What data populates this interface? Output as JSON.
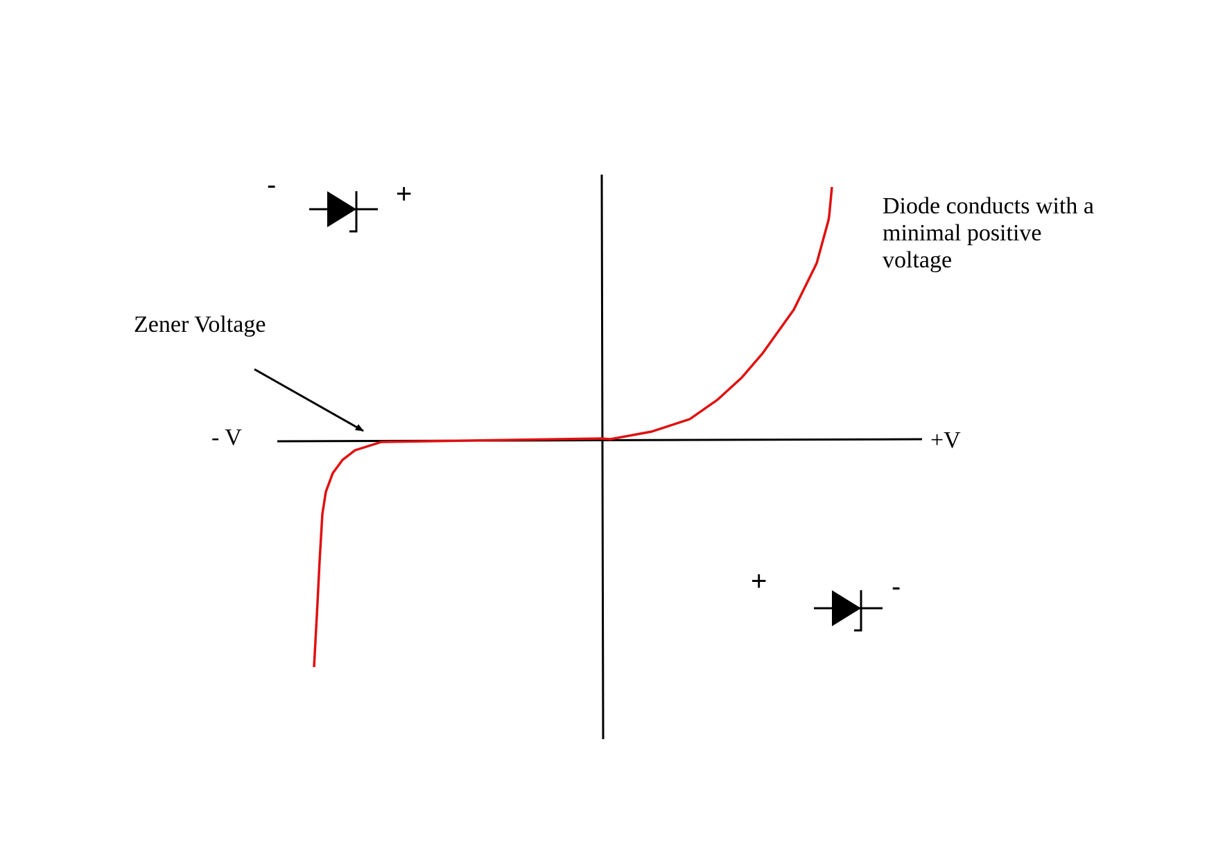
{
  "axes": {
    "negative_label": "- V",
    "positive_label": "+V"
  },
  "annotations": {
    "zener_voltage": "Zener Voltage",
    "conduction_line1": "Diode conducts with a",
    "conduction_line2": "minimal positive",
    "conduction_line3": "voltage"
  },
  "reverse_symbol": {
    "left_sign": "-",
    "right_sign": "+"
  },
  "forward_symbol": {
    "left_sign": "+",
    "right_sign": "-"
  },
  "colors": {
    "curve": "#e01010",
    "lines": "#000000"
  },
  "icons": {
    "reverse_diode": "zener-diode-icon",
    "forward_diode": "zener-diode-icon",
    "zener_arrow": "arrow-icon"
  }
}
